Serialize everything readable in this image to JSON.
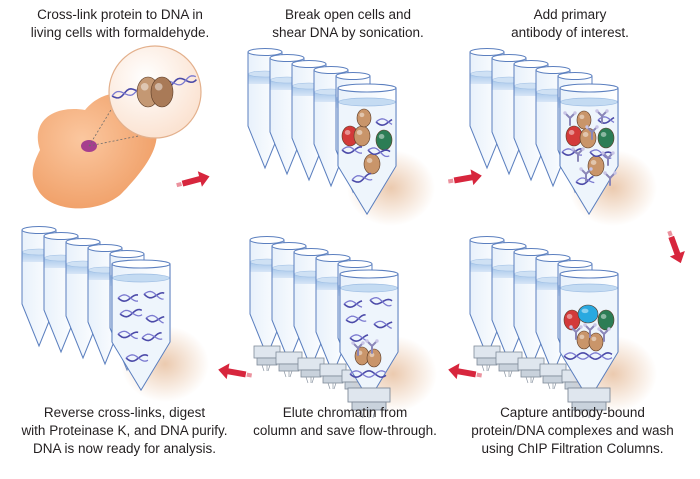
{
  "steps": [
    {
      "id": "crosslink",
      "lines": [
        "Cross-link protein to DNA in",
        "living cells with formaldehyde."
      ]
    },
    {
      "id": "shear",
      "lines": [
        "Break open cells and",
        "shear DNA by sonication."
      ]
    },
    {
      "id": "antibody",
      "lines": [
        "Add primary",
        "antibody of interest."
      ]
    },
    {
      "id": "capture",
      "lines": [
        "Capture antibody-bound",
        "protein/DNA complexes and wash",
        "using ChIP Filtration Columns."
      ]
    },
    {
      "id": "elute",
      "lines": [
        "Elute chromatin from",
        "column and save flow-through."
      ]
    },
    {
      "id": "reverse",
      "lines": [
        "Reverse cross-links, digest",
        "with Proteinase K, and DNA purify.",
        "DNA is now ready for analysis."
      ]
    }
  ],
  "icons": [
    "cell-icon",
    "magnifier-inset-icon",
    "dna-helix-icon",
    "protein-complex-icon",
    "tube-rack-icon",
    "filtration-column-icon",
    "antibody-icon",
    "flow-arrow-icon"
  ],
  "colors": {
    "cell": "#f4a771",
    "arrow": "#d7263d",
    "tube_outline": "#5b7fbf",
    "tube_liquid": "#b9d2ee",
    "dna": "#4b4aa8",
    "protein_red": "#d33a3a",
    "protein_green": "#2c7d55",
    "protein_tan": "#c9956a",
    "antibody_blue": "#29a9e0",
    "shadow": "#e9c4a6"
  }
}
